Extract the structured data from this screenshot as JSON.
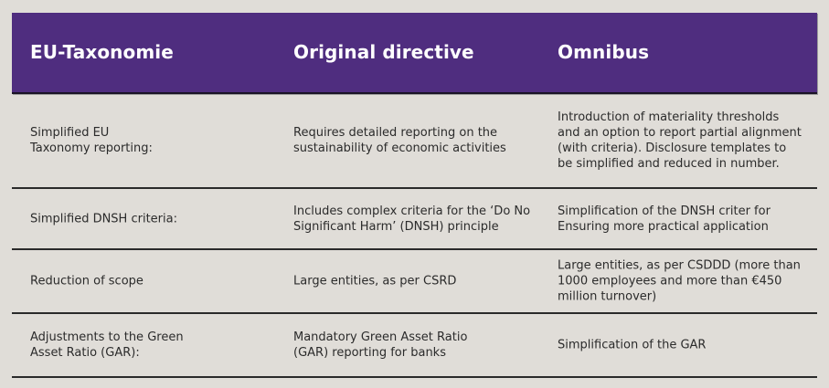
{
  "table": {
    "headers": [
      "EU-Taxonomie",
      "Original directive",
      "Omnibus"
    ],
    "rows": [
      {
        "topic": "Simplified EU\nTaxonomy reporting:",
        "original": "Requires detailed reporting on the sustainability of economic activities",
        "omnibus": "Introduction of materiality thresholds and an option to report partial alignment (with criteria). Disclosure templates to be simplified and reduced in number."
      },
      {
        "topic": "Simplified DNSH criteria:",
        "original": "Includes complex criteria for the ‘Do No Significant Harm’ (DNSH) principle",
        "omnibus": "Simplification of the DNSH criter for Ensuring more practical application"
      },
      {
        "topic": "Reduction of scope",
        "original": "Large entities, as per CSRD",
        "omnibus": "Large entities, as per CSDDD (more than 1000 employees and more than €450 million turnover)"
      },
      {
        "topic": "Adjustments to the Green\nAsset Ratio (GAR):",
        "original": "Mandatory Green Asset Ratio (GAR) reporting for banks",
        "omnibus": "Simplification of the GAR"
      }
    ]
  },
  "colors": {
    "header_bg": "#4f2d7f",
    "page_bg": "#e0ddd8",
    "text": "#2b2b2b"
  }
}
